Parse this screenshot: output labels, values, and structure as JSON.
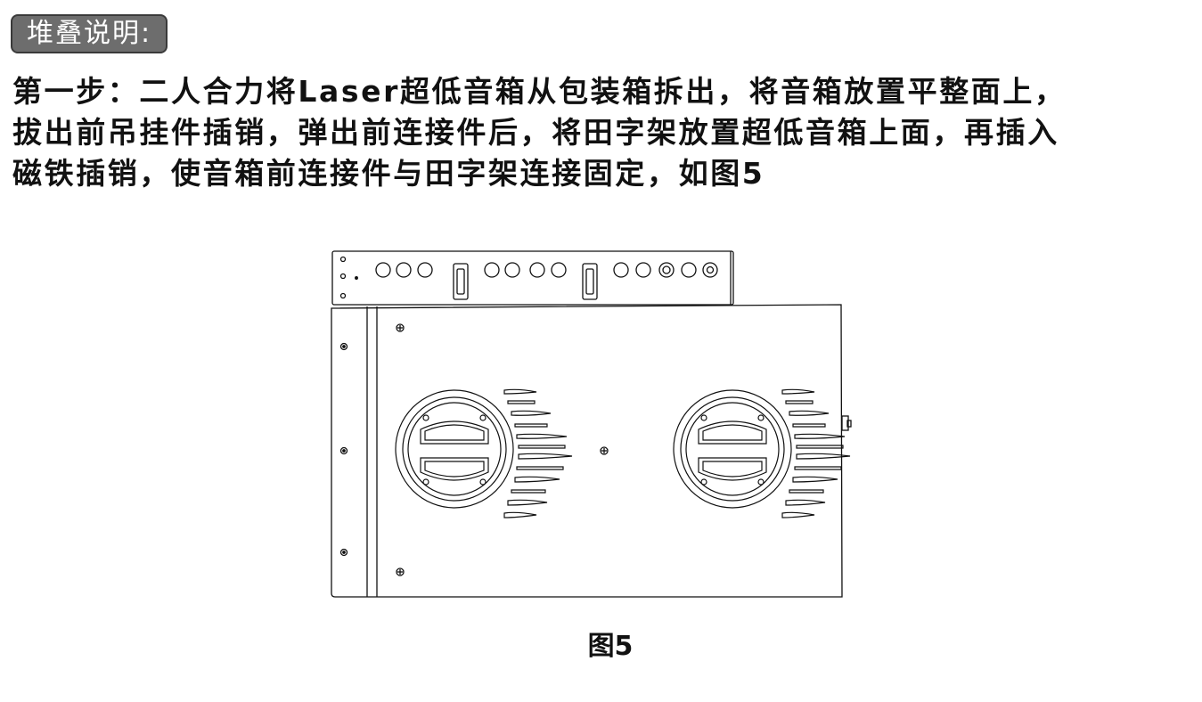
{
  "section_title": "堆叠说明:",
  "instructions": {
    "lines": [
      "第一步：二人合力将Laser超低音箱从包装箱拆出，将音箱放置平整面上，",
      "拔出前吊挂件插销，弹出前连接件后，将田字架放置超低音箱上面，再插入",
      "磁铁插销，使音箱前连接件与田字架连接固定，如图5"
    ]
  },
  "figure": {
    "caption": "图5"
  }
}
